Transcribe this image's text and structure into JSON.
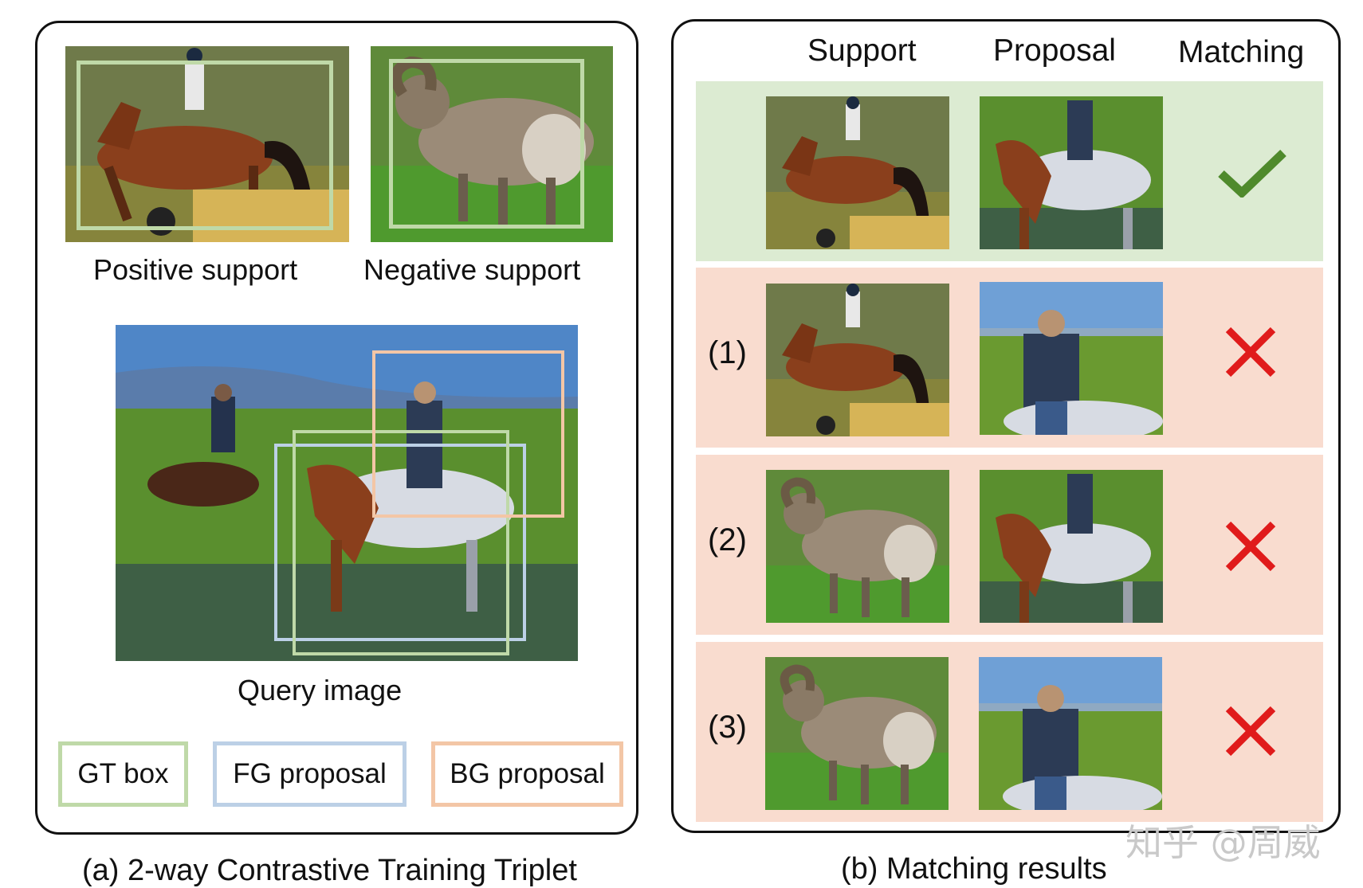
{
  "panel_a": {
    "positive_label": "Positive support",
    "negative_label": "Negative support",
    "query_label": "Query image",
    "legend": {
      "gt": "GT box",
      "fg": "FG proposal",
      "bg": "BG proposal"
    },
    "caption": "(a) 2-way Contrastive Training Triplet"
  },
  "panel_b": {
    "headers": {
      "support": "Support",
      "proposal": "Proposal",
      "matching": "Matching"
    },
    "rows": [
      {
        "index": "",
        "support": "horse-jump",
        "proposal": "horse-closeup",
        "match": "check"
      },
      {
        "index": "(1)",
        "support": "horse-jump",
        "proposal": "rider",
        "match": "cross"
      },
      {
        "index": "(2)",
        "support": "ram",
        "proposal": "horse-closeup",
        "match": "cross"
      },
      {
        "index": "(3)",
        "support": "ram",
        "proposal": "rider",
        "match": "cross"
      }
    ],
    "caption": "(b) Matching results"
  },
  "colors": {
    "gt_green": "#bfd9a8",
    "fg_blue": "#bcd0e6",
    "bg_orange": "#f3c6a6",
    "positive_row": "#dcebd2",
    "negative_row": "#f9dccf",
    "check": "#4f8a2c",
    "cross": "#e01b1b"
  },
  "watermark": "知乎 @周威"
}
